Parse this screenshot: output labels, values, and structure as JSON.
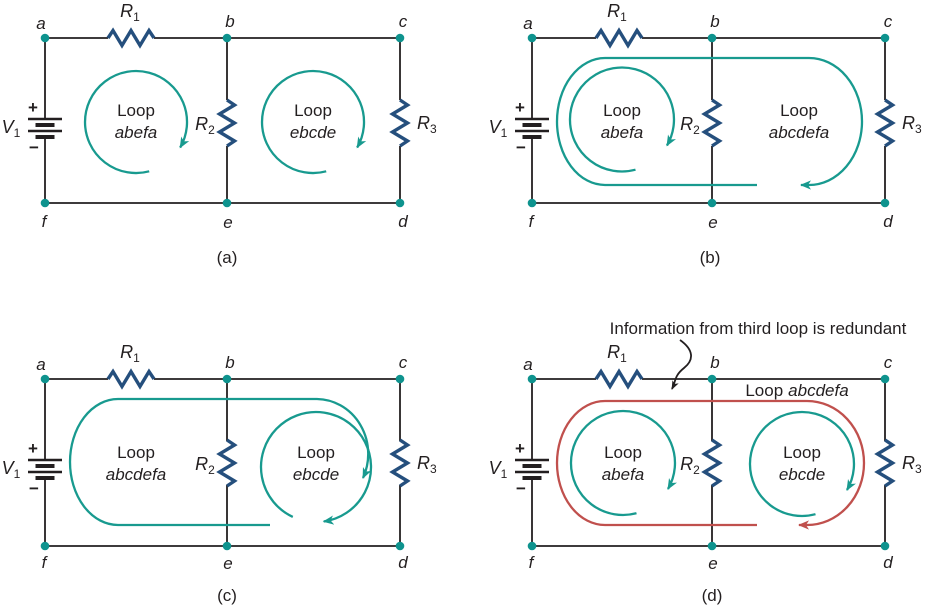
{
  "colors": {
    "wire": "#231f20",
    "resistor": "#254f7d",
    "node_dot": "#0e938e",
    "loop_arrow": "#189a8f",
    "redundant_loop": "#c0504d"
  },
  "panels": [
    {
      "caption": "(a)",
      "source": {
        "base": "V",
        "sub": "1"
      },
      "battery": {
        "plus": "+",
        "minus": "−"
      },
      "resistors": {
        "r1": {
          "base": "R",
          "sub": "1"
        },
        "r2": {
          "base": "R",
          "sub": "2"
        },
        "r3": {
          "base": "R",
          "sub": "3"
        }
      },
      "nodes": {
        "a": "a",
        "b": "b",
        "c": "c",
        "d": "d",
        "e": "e",
        "f": "f"
      },
      "loops": [
        {
          "word": "Loop",
          "name": "abefa"
        },
        {
          "word": "Loop",
          "name": "ebcde"
        }
      ]
    },
    {
      "caption": "(b)",
      "source": {
        "base": "V",
        "sub": "1"
      },
      "battery": {
        "plus": "+",
        "minus": "−"
      },
      "resistors": {
        "r1": {
          "base": "R",
          "sub": "1"
        },
        "r2": {
          "base": "R",
          "sub": "2"
        },
        "r3": {
          "base": "R",
          "sub": "3"
        }
      },
      "nodes": {
        "a": "a",
        "b": "b",
        "c": "c",
        "d": "d",
        "e": "e",
        "f": "f"
      },
      "loops": [
        {
          "word": "Loop",
          "name": "abefa"
        },
        {
          "word": "Loop",
          "name": "abcdefa"
        }
      ]
    },
    {
      "caption": "(c)",
      "source": {
        "base": "V",
        "sub": "1"
      },
      "battery": {
        "plus": "+",
        "minus": "−"
      },
      "resistors": {
        "r1": {
          "base": "R",
          "sub": "1"
        },
        "r2": {
          "base": "R",
          "sub": "2"
        },
        "r3": {
          "base": "R",
          "sub": "3"
        }
      },
      "nodes": {
        "a": "a",
        "b": "b",
        "c": "c",
        "d": "d",
        "e": "e",
        "f": "f"
      },
      "loops": [
        {
          "word": "Loop",
          "name": "abcdefa"
        },
        {
          "word": "Loop",
          "name": "ebcde"
        }
      ]
    },
    {
      "caption": "(d)",
      "annotation": "Information from third loop is redundant",
      "redundant_loop_label": {
        "word": "Loop",
        "name": "abcdefa"
      },
      "source": {
        "base": "V",
        "sub": "1"
      },
      "battery": {
        "plus": "+",
        "minus": "−"
      },
      "resistors": {
        "r1": {
          "base": "R",
          "sub": "1"
        },
        "r2": {
          "base": "R",
          "sub": "2"
        },
        "r3": {
          "base": "R",
          "sub": "3"
        }
      },
      "nodes": {
        "a": "a",
        "b": "b",
        "c": "c",
        "d": "d",
        "e": "e",
        "f": "f"
      },
      "loops": [
        {
          "word": "Loop",
          "name": "abefa"
        },
        {
          "word": "Loop",
          "name": "ebcde"
        }
      ]
    }
  ]
}
